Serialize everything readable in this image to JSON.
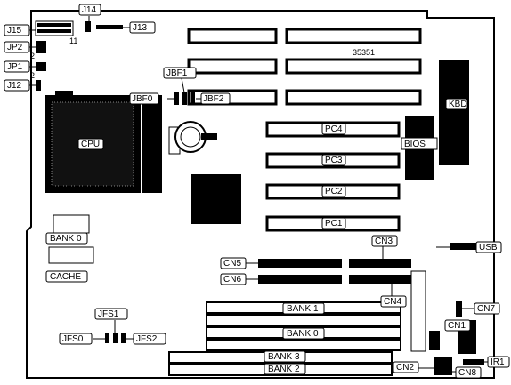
{
  "labels": {
    "j14": "J14",
    "j15": "J15",
    "j13": "J13",
    "pin11": "11",
    "jp2": "JP2",
    "jp1": "JP1",
    "pin2a": "2",
    "pin2b": "2",
    "j12": "J12",
    "jbf1": "JBF1",
    "jbf0": "JBF0",
    "jbf2": "JBF2",
    "model": "35351",
    "kbd": "KBD",
    "cpu": "CPU",
    "pc4": "PC4",
    "pc3": "PC3",
    "pc2": "PC2",
    "pc1": "PC1",
    "bios": "BIOS",
    "bank0_cache": "BANK 0",
    "cache": "CACHE",
    "cn3": "CN3",
    "cn5": "CN5",
    "cn6": "CN6",
    "cn4": "CN4",
    "usb": "USB",
    "jfs1": "JFS1",
    "jfs0": "JFS0",
    "jfs2": "JFS2",
    "bank1": "BANK 1",
    "bank0_dram": "BANK 0",
    "bank3": "BANK 3",
    "bank2": "BANK 2",
    "cn7": "CN7",
    "cn1": "CN1",
    "ir1": "IR1",
    "cn2": "CN2",
    "cn8": "CN8"
  }
}
